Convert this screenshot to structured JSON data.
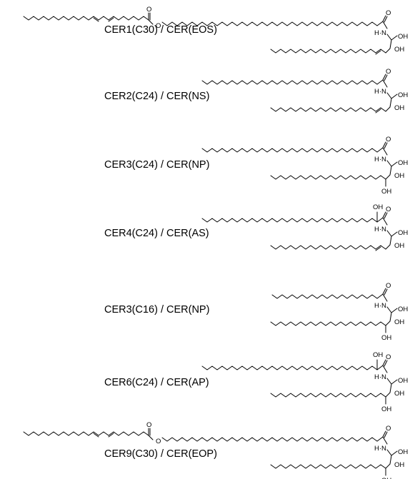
{
  "figure": {
    "entries": [
      {
        "label": "CER1(C30) / CER(EOS)",
        "ester": true,
        "alpha_oh": false,
        "phyto": false
      },
      {
        "label": "CER2(C24) / CER(NS)",
        "ester": false,
        "alpha_oh": false,
        "phyto": false
      },
      {
        "label": "CER3(C24) / CER(NP)",
        "ester": false,
        "alpha_oh": false,
        "phyto": true
      },
      {
        "label": "CER4(C24) / CER(AS)",
        "ester": false,
        "alpha_oh": true,
        "phyto": false
      },
      {
        "label": "CER3(C16) / CER(NP)",
        "ester": false,
        "alpha_oh": false,
        "phyto": true
      },
      {
        "label": "CER6(C24) / CER(AP)",
        "ester": false,
        "alpha_oh": true,
        "phyto": true
      },
      {
        "label": "CER9(C30) / CER(EOP)",
        "ester": true,
        "alpha_oh": false,
        "phyto": true
      }
    ],
    "atoms": {
      "oxygen": "O",
      "amide_nh": "H·N",
      "hydroxyl": "OH"
    }
  }
}
